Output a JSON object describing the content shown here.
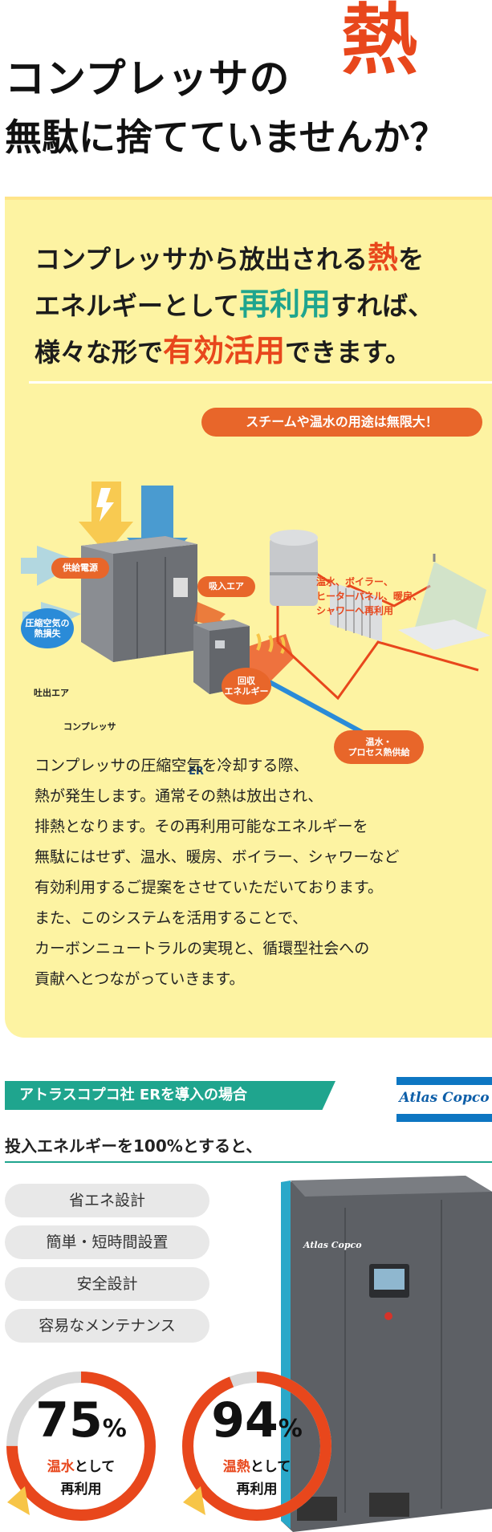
{
  "hero": {
    "line1": "コンプレッサの",
    "big_char": "熱",
    "line2": "無駄に捨てていませんか？"
  },
  "intro": {
    "l1a": "コンプレッサから放出される",
    "l1b": "熱",
    "l1c": "を",
    "l2a": "エネルギーとして",
    "l2b": "再利用",
    "l2c": "すれば、",
    "l3a": "様々な形で",
    "l3b": "有効活用",
    "l3c": "できます。"
  },
  "badge": "スチームや温水の用途は無限大！",
  "diagram": {
    "power": "供給電源",
    "intake": "吸入エア",
    "heatloss_l1": "圧縮空気の",
    "heatloss_l2": "熱損失",
    "outlet": "吐出エア",
    "compressor": "コンプレッサ",
    "recover_l1": "回収",
    "recover_l2": "エネルギー",
    "er": "ER",
    "uses_l1": "温水、ボイラー、",
    "uses_l2": "ヒーターパネル、暖房、",
    "uses_l3": "シャワーへ再利用",
    "supply_l1": "温水・",
    "supply_l2": "プロセス熱供給"
  },
  "body": [
    "コンプレッサの圧縮空気を冷却する際、",
    "熱が発生します。通常その熱は放出され、",
    "排熱となります。その再利用可能なエネルギーを",
    "無駄にはせず、温水、暖房、ボイラー、シャワーなど",
    "有効利用するご提案をさせていただいております。",
    "また、このシステムを活用することで、",
    "カーボンニュートラルの実現と、循環型社会への",
    "貢献へとつながっていきます。"
  ],
  "section": {
    "title": "アトラスコプコ社 ERを導入の場合",
    "logo": "Atlas Copco",
    "lead": "投入エネルギーを100%とすると、"
  },
  "features": [
    "省エネ設計",
    "簡単・短時間設置",
    "安全設計",
    "容易なメンテナンス"
  ],
  "machine_logo": "Atlas Copco",
  "stats": [
    {
      "value": "75",
      "unit": "%",
      "cap_a": "温水",
      "cap_b": "として",
      "cap_c": "再利用",
      "fraction": 0.75
    },
    {
      "value": "94",
      "unit": "%",
      "cap_a": "温熱",
      "cap_b": "として",
      "cap_c": "再利用",
      "fraction": 0.94
    }
  ],
  "colors": {
    "accent_red": "#e8471c",
    "accent_green": "#1fa58e",
    "panel": "#fdf3a2",
    "orange": "#e8662a",
    "blue": "#2a8bd8"
  }
}
